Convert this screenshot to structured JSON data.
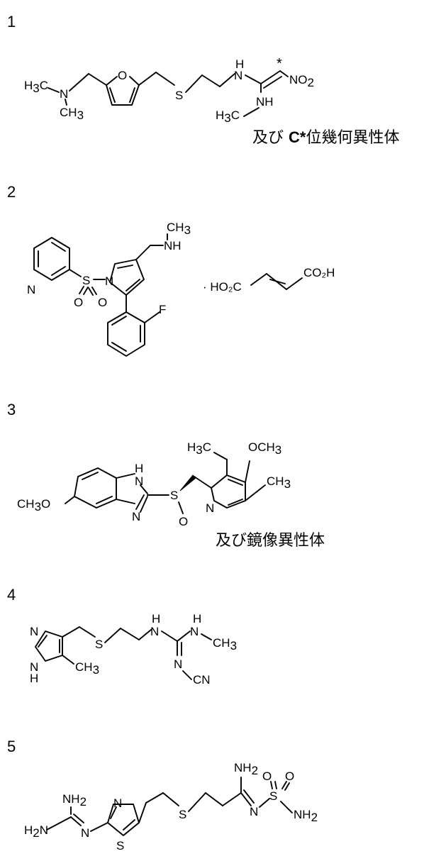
{
  "options": [
    {
      "number": "1",
      "note_prefix": "及び ",
      "note_bold": "C*",
      "note_suffix": "位幾何異性体"
    },
    {
      "number": "2",
      "salt": "· HO₂C",
      "salt_end": "CO₂H"
    },
    {
      "number": "3",
      "note": "及び鏡像異性体"
    },
    {
      "number": "4"
    },
    {
      "number": "5"
    }
  ]
}
